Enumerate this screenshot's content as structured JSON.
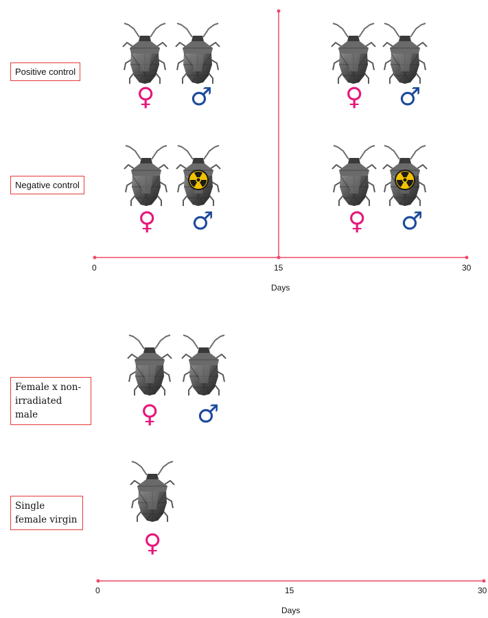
{
  "top_panel": {
    "rows": [
      {
        "label": "Positive control"
      },
      {
        "label": "Negative control"
      }
    ],
    "axis": {
      "ticks": [
        "0",
        "15",
        "30"
      ],
      "title": "Days"
    }
  },
  "bottom_panel": {
    "rows": [
      {
        "label": "Female x non-irradiated male"
      },
      {
        "label": "Single female virgin"
      }
    ],
    "axis": {
      "ticks": [
        "0",
        "15",
        "30"
      ],
      "title": "Days"
    }
  },
  "symbols": {
    "female": "♀",
    "male": "♂"
  },
  "colors": {
    "axis": "#ef4a6b",
    "label_border": "#e53935",
    "female": "#e6177a",
    "male": "#1d4a9c",
    "bug": "#4a4a4a",
    "radiation": "#f2c200"
  },
  "icons": [
    "stink-bug-icon",
    "radiation-icon",
    "female-symbol-icon",
    "male-symbol-icon"
  ]
}
